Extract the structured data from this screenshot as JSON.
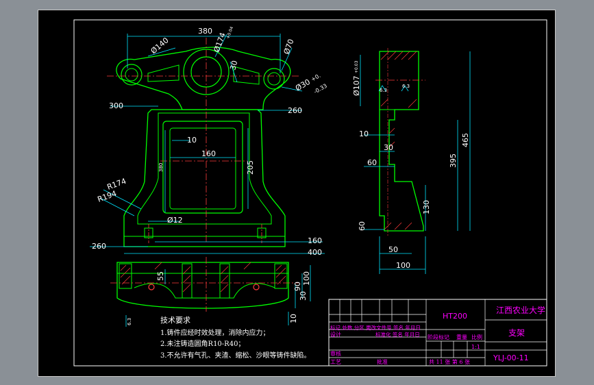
{
  "colors": {
    "background": "#000000",
    "part": "#00ff00",
    "dimension": "#00e5ff",
    "centerline": "#ff3b3b",
    "hatch": "#ff3b3b",
    "titleblock": "#ff00ff",
    "border": "#ffffff",
    "text": "#ffffff"
  },
  "front_view": {
    "dims": {
      "width_top": "380",
      "hole_140": "Ø140",
      "hole_174": "Ø174",
      "hole_174_tol": "+0.04",
      "hole_70": "Ø70",
      "angle_30": "30",
      "hole_30": "Ø30",
      "hole_30_tol_up": "+0.",
      "hole_30_tol_lo": "-0.33",
      "w300": "300",
      "w260_right": "260",
      "w10": "10",
      "w160_inner": "160",
      "h205": "205",
      "h_small": "380",
      "r174": "R174",
      "r194": "R194",
      "d12": "Ø12",
      "w260_left": "260",
      "w160_base": "160",
      "w400": "400"
    }
  },
  "bottom_view": {
    "dims": {
      "h55": "55",
      "h90": "90",
      "h100": "100",
      "h30": "30",
      "h10": "10",
      "rough": "6.3"
    }
  },
  "side_view": {
    "dims": {
      "dia_top": "Ø107",
      "dia_top_tol": "+0.03",
      "rough1": "6.3",
      "rough2": "6.3",
      "w10": "10",
      "w30": "30",
      "w60_mid": "60",
      "w60_low": "60",
      "w50": "50",
      "w100": "100",
      "h130": "130",
      "h395": "395",
      "h465": "465"
    }
  },
  "notes": {
    "title": "技术要求",
    "items": [
      "1.铸件应经时效处理，消除内应力；",
      "2.未注铸造圆角R10-R40；",
      "3.不允许有气孔、夹渣、缩松、沙眼等铸件缺陷。"
    ]
  },
  "title_block": {
    "material": "HT200",
    "school": "江西农业大学",
    "part_name": "支架",
    "drawing_no": "YLJ-00-11",
    "row_marks": "标记 处数 分区 更改文件号 签名 年月日",
    "design": "设计",
    "standard": "标准化 签名 年月日",
    "stage_mark": "阶段标记",
    "weight": "重量",
    "scale": "比例",
    "scale_value": "1:1",
    "review": "审核",
    "process": "工艺",
    "approve": "批准",
    "sheets": "共 11 张  第 6 张"
  }
}
